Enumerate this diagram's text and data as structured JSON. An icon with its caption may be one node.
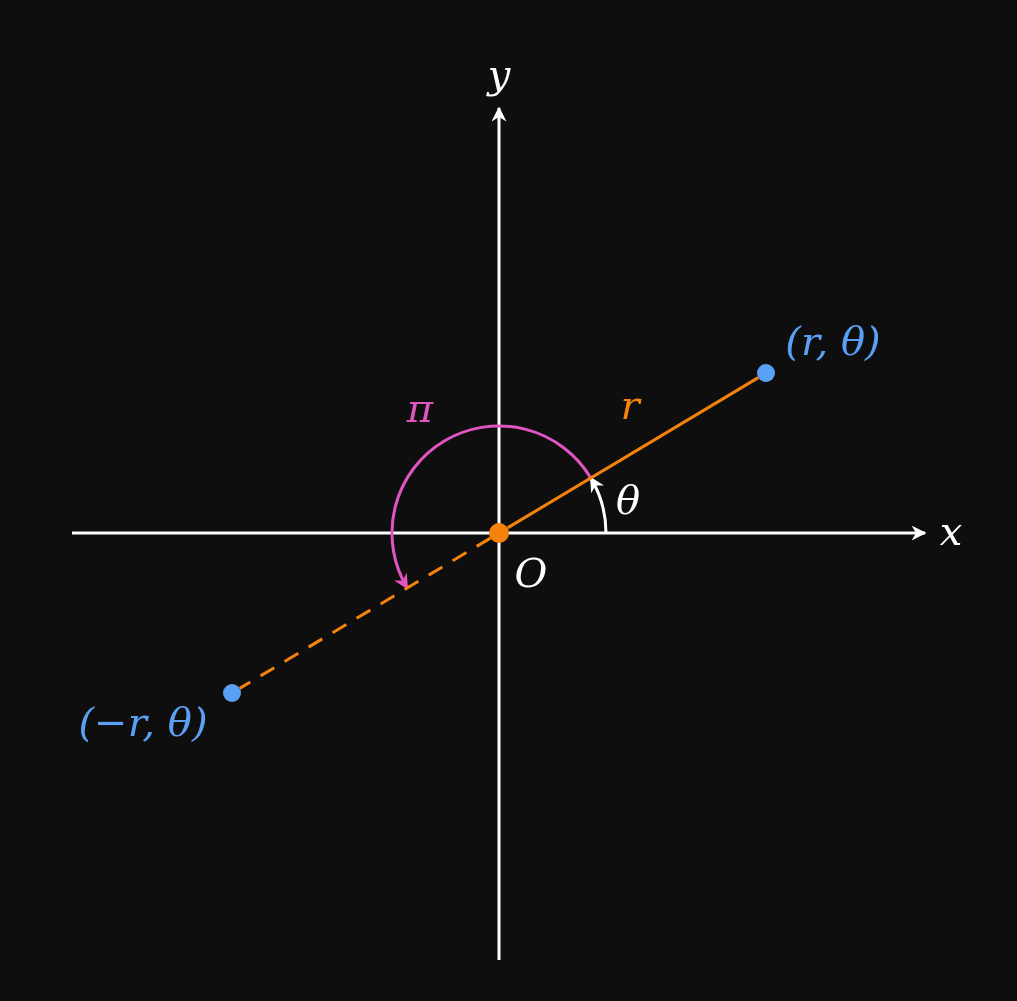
{
  "diagram": {
    "nodes": [
      {
        "text": [],
        "shape": "circle",
        "beside": [
          "O"
        ]
      },
      {
        "text": [],
        "shape": "circle",
        "beside": [
          "(r, θ)"
        ]
      },
      {
        "text": [],
        "shape": "circle",
        "beside": [
          "(−r, θ)"
        ]
      }
    ],
    "edges": [
      {
        "from": 0,
        "to": 1,
        "arrow": "none",
        "label": "r"
      },
      {
        "from": 0,
        "to": 2,
        "arrow": "none",
        "style": "dashed"
      }
    ],
    "labels": [
      "y",
      "π",
      "θ",
      "x"
    ]
  }
}
